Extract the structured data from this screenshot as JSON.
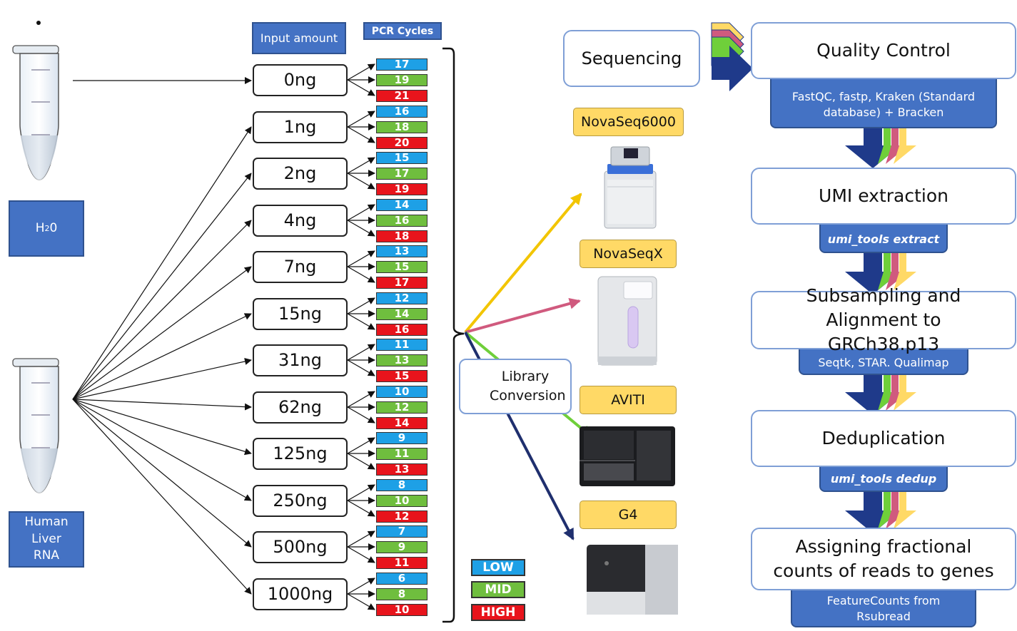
{
  "headers": {
    "input_amount": "Input amount",
    "pcr_cycles": "PCR Cycles"
  },
  "tubes": {
    "water_label": "H",
    "water_sub": "2",
    "water_suffix": "0",
    "rna_label": "Human Liver RNA"
  },
  "input_amounts": [
    "0ng",
    "1ng",
    "2ng",
    "4ng",
    "7ng",
    "15ng",
    "31ng",
    "62ng",
    "125ng",
    "250ng",
    "500ng",
    "1000ng"
  ],
  "pcr_cycles": [
    [
      "17",
      "19",
      "21"
    ],
    [
      "16",
      "18",
      "20"
    ],
    [
      "15",
      "17",
      "19"
    ],
    [
      "14",
      "16",
      "18"
    ],
    [
      "13",
      "15",
      "17"
    ],
    [
      "12",
      "14",
      "16"
    ],
    [
      "11",
      "13",
      "15"
    ],
    [
      "10",
      "12",
      "14"
    ],
    [
      "9",
      "11",
      "13"
    ],
    [
      "8",
      "10",
      "12"
    ],
    [
      "7",
      "9",
      "11"
    ],
    [
      "6",
      "8",
      "10"
    ]
  ],
  "legend": {
    "low": "LOW",
    "mid": "MID",
    "high": "HIGH"
  },
  "library_conversion": "Library Conversion",
  "sequencing": {
    "title": "Sequencing",
    "platforms": [
      "NovaSeq6000",
      "NovaSeqX",
      "AVITI",
      "G4"
    ]
  },
  "pipeline": [
    {
      "step": "Quality Control",
      "tool": "FastQC, fastp, Kraken (Standard database) + Bracken"
    },
    {
      "step": "UMI extraction",
      "tool": "umi_tools extract"
    },
    {
      "step": "Subsampling and Alignment to GRCh38.p13",
      "tool": "Seqtk, STAR. Qualimap"
    },
    {
      "step": "Deduplication",
      "tool": "umi_tools dedup"
    },
    {
      "step": "Assigning fractional counts of reads to genes",
      "tool": "FeatureCounts from Rsubread"
    }
  ],
  "colors": {
    "low": "#1ea0e6",
    "mid": "#6fbe3e",
    "high": "#e8141c",
    "header_blue": "#4472c4",
    "platform_yellow": "#ffd966",
    "arrow_novaseq6000": "#f2c500",
    "arrow_novaseqx": "#d05a7e",
    "arrow_aviti": "#6fcf3a",
    "arrow_g4": "#1f2f6e",
    "pipeline_arrow": "#1f3a8a"
  }
}
